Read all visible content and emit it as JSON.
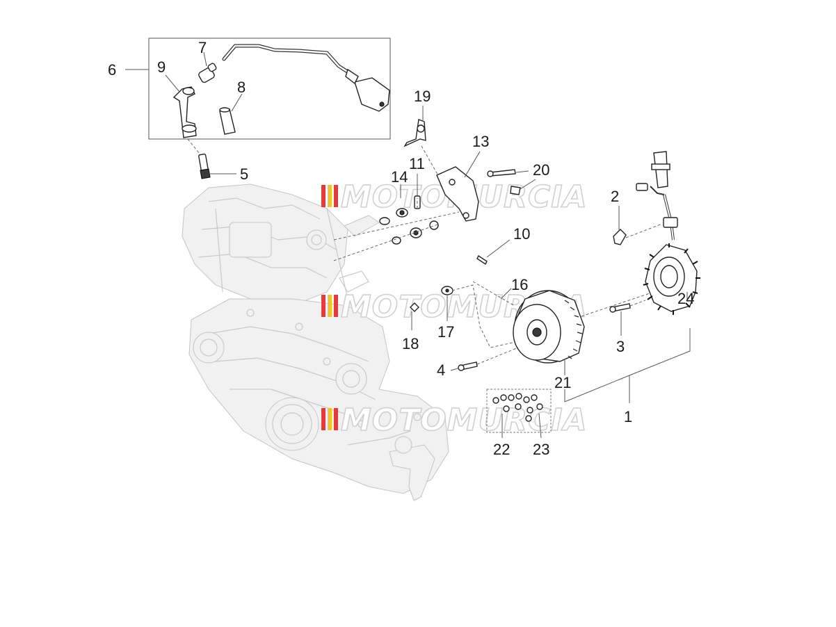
{
  "callouts": {
    "c1": "1",
    "c2": "2",
    "c3": "3",
    "c4": "4",
    "c5": "5",
    "c6": "6",
    "c7": "7",
    "c8": "8",
    "c9": "9",
    "c10": "10",
    "c11": "11",
    "c13": "13",
    "c14": "14",
    "c16": "16",
    "c17": "17",
    "c18": "18",
    "c19": "19",
    "c20": "20",
    "c21": "21",
    "c22": "22",
    "c23": "23",
    "c24": "24"
  },
  "watermark": "MOTOMURCIA",
  "watermark_stripe_colors": [
    "#e53b3b",
    "#f2c230",
    "#e53b3b"
  ]
}
